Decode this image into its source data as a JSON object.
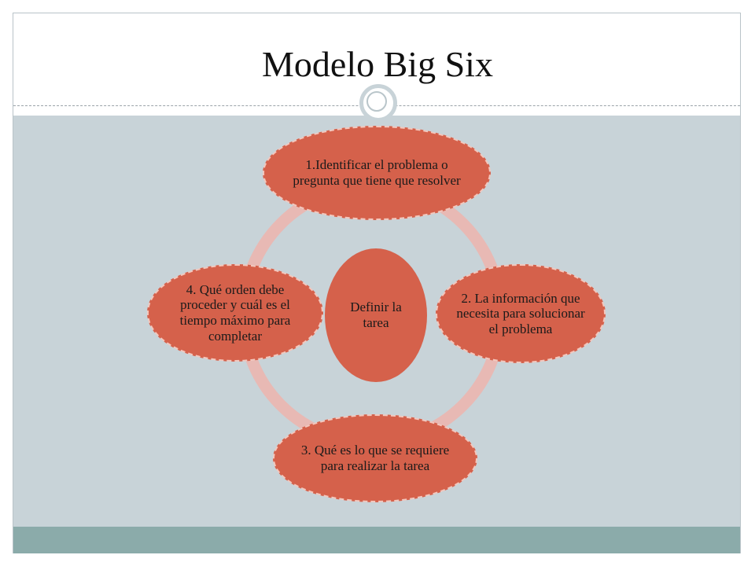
{
  "slide": {
    "title": "Modelo Big Six"
  },
  "diagram": {
    "center": "Definir la tarea",
    "steps": [
      "1.Identificar el problema o pregunta que tiene que resolver",
      "2. La información que necesita para solucionar el problema",
      "3. Qué es lo que se requiere para realizar la tarea",
      "4. Qué orden debe proceder y cuál es el tiempo máximo para completar"
    ]
  },
  "colors": {
    "node_fill": "#d5614b",
    "ring": "#e8b9b4",
    "content_band": "#c8d3d8",
    "footer_band": "#8babaa"
  }
}
